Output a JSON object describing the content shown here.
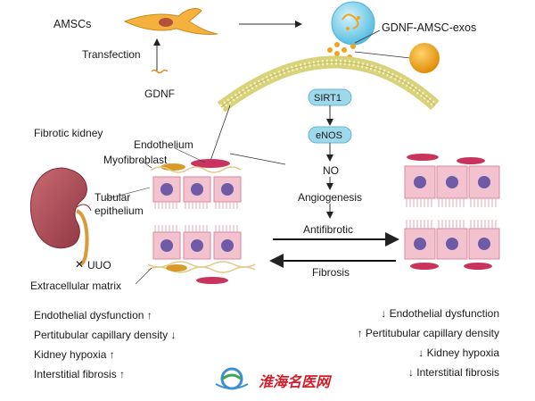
{
  "labels": {
    "amscs": "AMSCs",
    "transfection": "Transfection",
    "gdnf": "GDNF",
    "exos": "GDNF-AMSC-exos",
    "sirt1": "SIRT1",
    "enos": "eNOS",
    "no": "NO",
    "angiogenesis": "Angiogenesis",
    "antifibrotic": "Antifibrotic",
    "fibrosis": "Fibrosis",
    "fibrotic_kidney": "Fibrotic kidney",
    "endothelium": "Endothelium",
    "myofibroblast": "Myofibroblast",
    "tubular_epithelium_1": "Tubular",
    "tubular_epithelium_2": "epithelium",
    "uuo": "UUO",
    "ecm": "Extracellular matrix"
  },
  "left_list": [
    {
      "text": "Endothelial dysfunction",
      "arrow": "↑"
    },
    {
      "text": "Pertitubular capillary density",
      "arrow": "↓"
    },
    {
      "text": "Kidney hypoxia",
      "arrow": "↑"
    },
    {
      "text": "Interstitial fibrosis",
      "arrow": "↑"
    }
  ],
  "right_list": [
    {
      "arrow": "↓",
      "text": "Endothelial dysfunction"
    },
    {
      "arrow": "↑",
      "text": "Pertitubular capillary density"
    },
    {
      "arrow": "↓",
      "text": "Kidney hypoxia"
    },
    {
      "arrow": "↓",
      "text": "Interstitial fibrosis"
    }
  ],
  "watermark": "淮海名医网",
  "colors": {
    "cell_pink": "#f2c2cf",
    "nucleus": "#6f5aa8",
    "pill": "#9fd8ea",
    "membrane": "#d8d27a",
    "exo_blue": "#7fd0ec",
    "exo_gold": "#f0a41c",
    "kidney": "#b5555f"
  }
}
